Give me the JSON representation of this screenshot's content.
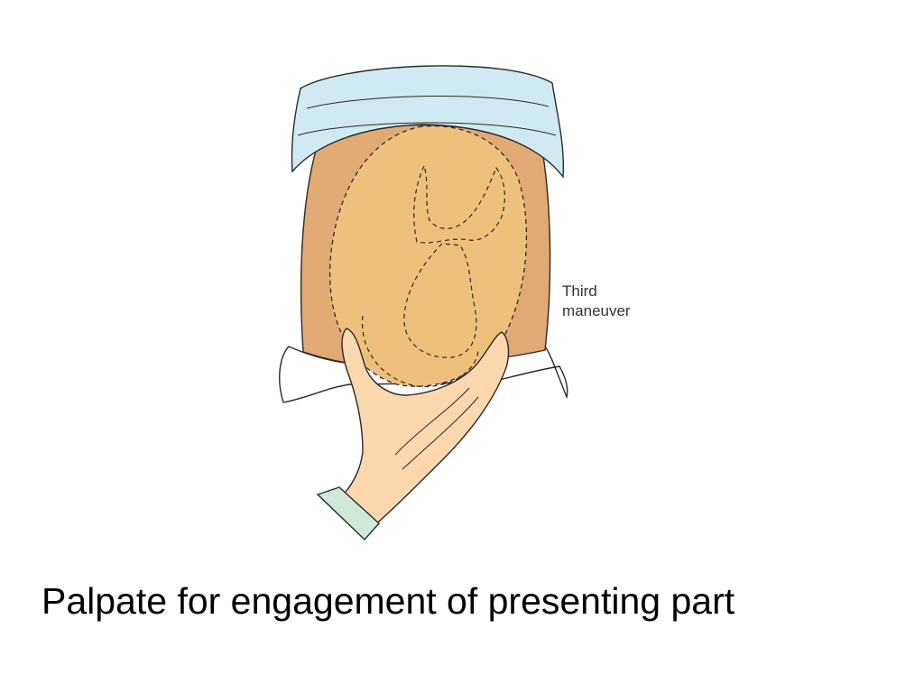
{
  "diagram": {
    "callout": {
      "line1": "Third",
      "line2": "maneuver"
    }
  },
  "caption": "Palpate for engagement of presenting part",
  "icons": {
    "illustration": "abdomen-palpation-illustration"
  },
  "colors": {
    "drape": "#cfeaf2",
    "abdomen": "#e1a974",
    "uterus": "#efc07c",
    "hand": "#fdd7ae",
    "sleeve": "#cfe9d9",
    "sheet": "#ffffff",
    "outline": "#2a2a2a"
  }
}
